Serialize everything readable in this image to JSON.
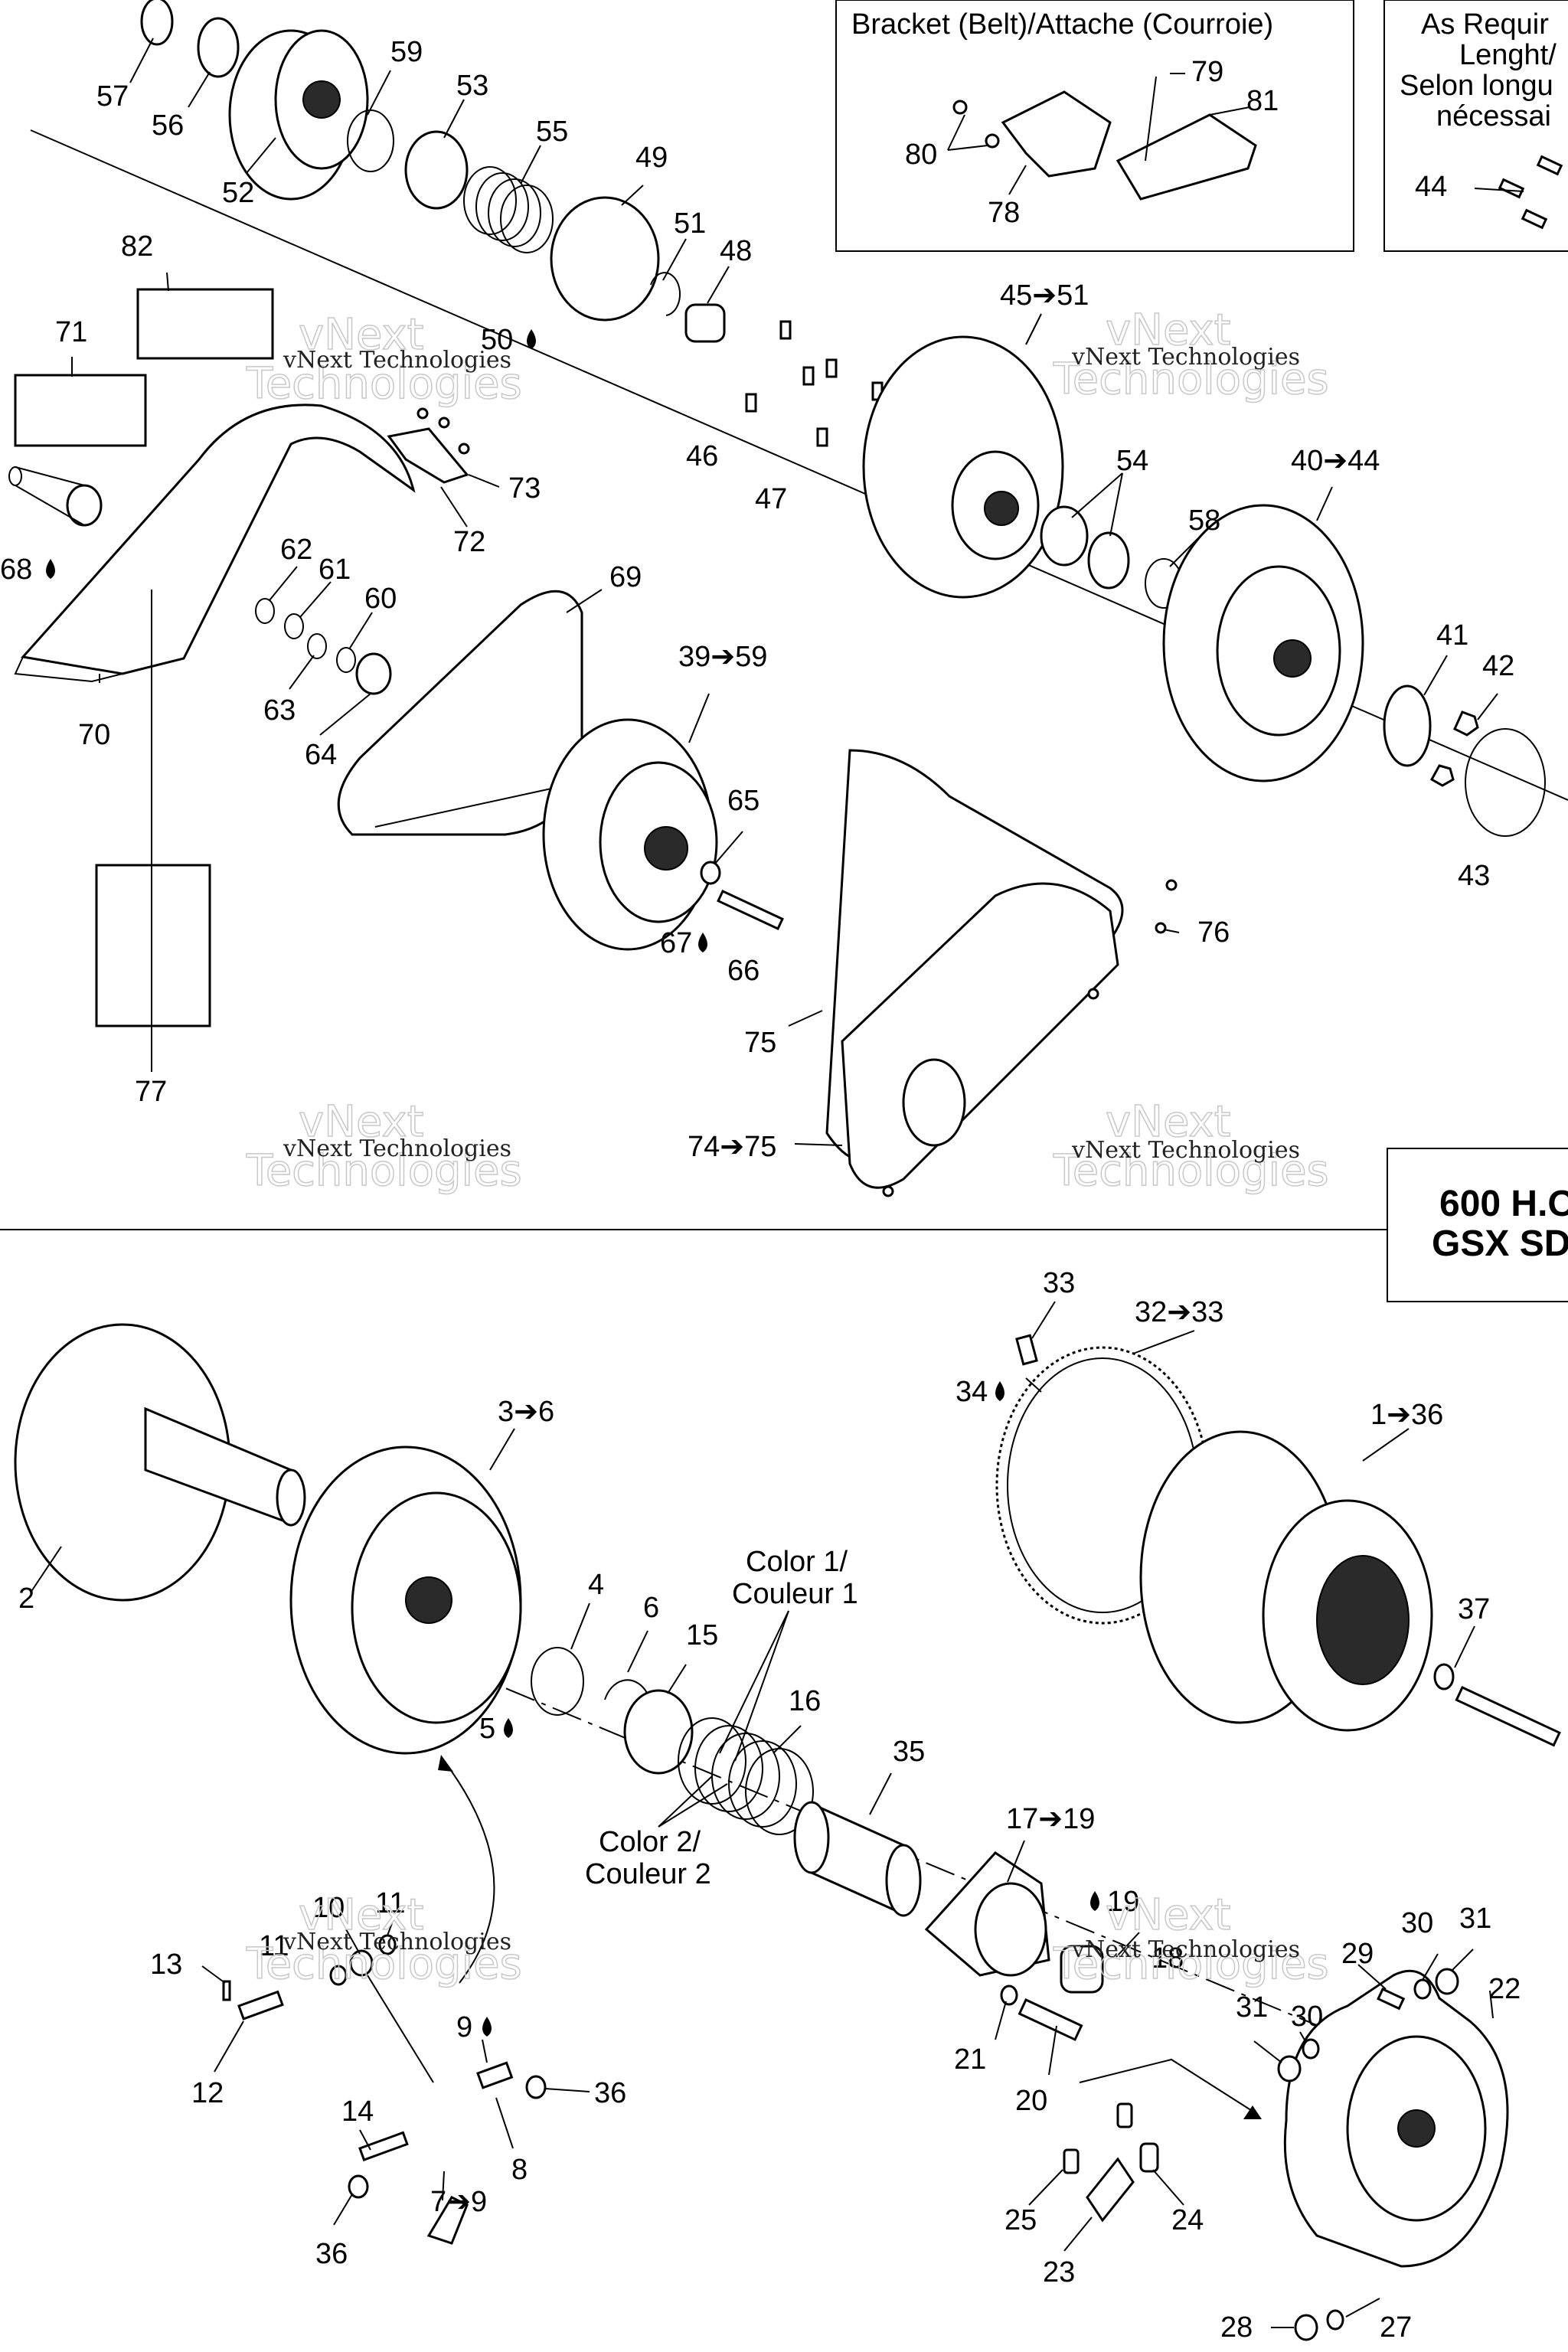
{
  "boxes": {
    "bracket_title": "Bracket (Belt)/Attache (Courroie)",
    "required_title_lines": [
      "As Requir",
      "Lenght/",
      "Selon longu",
      "nécessai"
    ]
  },
  "model_label_lines": [
    "600 H.O",
    "GSX SD"
  ],
  "color_labels": {
    "color1_line1": "Color 1/",
    "color1_line2": "Couleur 1",
    "color2_line1": "Color 2/",
    "color2_line2": "Couleur 2"
  },
  "watermark": {
    "line_a": "vNext Technologies",
    "line_b_1": "vNext",
    "line_b_2": "Technologies"
  },
  "callouts": [
    {
      "id": "c57",
      "text": "57"
    },
    {
      "id": "c56",
      "text": "56"
    },
    {
      "id": "c52",
      "text": "52"
    },
    {
      "id": "c59",
      "text": "59"
    },
    {
      "id": "c53",
      "text": "53"
    },
    {
      "id": "c55",
      "text": "55"
    },
    {
      "id": "c49",
      "text": "49"
    },
    {
      "id": "c51",
      "text": "51"
    },
    {
      "id": "c48",
      "text": "48"
    },
    {
      "id": "c50",
      "text": "50"
    },
    {
      "id": "c46",
      "text": "46"
    },
    {
      "id": "c47",
      "text": "47"
    },
    {
      "id": "c45-51",
      "text": "45➔51"
    },
    {
      "id": "c54",
      "text": "54"
    },
    {
      "id": "c58",
      "text": "58"
    },
    {
      "id": "c40-44",
      "text": "40➔44"
    },
    {
      "id": "c41",
      "text": "41"
    },
    {
      "id": "c42",
      "text": "42"
    },
    {
      "id": "c43",
      "text": "43"
    },
    {
      "id": "c44",
      "text": "44"
    },
    {
      "id": "c79",
      "text": "79"
    },
    {
      "id": "c81",
      "text": "81"
    },
    {
      "id": "c80",
      "text": "80"
    },
    {
      "id": "c78",
      "text": "78"
    },
    {
      "id": "c82",
      "text": "82"
    },
    {
      "id": "c71",
      "text": "71"
    },
    {
      "id": "c73",
      "text": "73"
    },
    {
      "id": "c72",
      "text": "72"
    },
    {
      "id": "c68",
      "text": "68"
    },
    {
      "id": "c62",
      "text": "62"
    },
    {
      "id": "c61",
      "text": "61"
    },
    {
      "id": "c60",
      "text": "60"
    },
    {
      "id": "c63",
      "text": "63"
    },
    {
      "id": "c64",
      "text": "64"
    },
    {
      "id": "c70",
      "text": "70"
    },
    {
      "id": "c69",
      "text": "69"
    },
    {
      "id": "c39-59",
      "text": "39➔59"
    },
    {
      "id": "c65",
      "text": "65"
    },
    {
      "id": "c67",
      "text": "67"
    },
    {
      "id": "c66",
      "text": "66"
    },
    {
      "id": "c76",
      "text": "76"
    },
    {
      "id": "c75",
      "text": "75"
    },
    {
      "id": "c74-75",
      "text": "74➔75"
    },
    {
      "id": "c77",
      "text": "77"
    },
    {
      "id": "c33",
      "text": "33"
    },
    {
      "id": "c32-33",
      "text": "32➔33"
    },
    {
      "id": "c34",
      "text": "34"
    },
    {
      "id": "c1-36",
      "text": "1➔36"
    },
    {
      "id": "c3-6",
      "text": "3➔6"
    },
    {
      "id": "c2",
      "text": "2"
    },
    {
      "id": "c4",
      "text": "4"
    },
    {
      "id": "c6",
      "text": "6"
    },
    {
      "id": "c15",
      "text": "15"
    },
    {
      "id": "c16",
      "text": "16"
    },
    {
      "id": "c5",
      "text": "5"
    },
    {
      "id": "c35",
      "text": "35"
    },
    {
      "id": "c37",
      "text": "37"
    },
    {
      "id": "c17-19",
      "text": "17➔19"
    },
    {
      "id": "c19",
      "text": "19"
    },
    {
      "id": "c18",
      "text": "18"
    },
    {
      "id": "c30a",
      "text": "30"
    },
    {
      "id": "c31a",
      "text": "31"
    },
    {
      "id": "c29",
      "text": "29"
    },
    {
      "id": "c22",
      "text": "22"
    },
    {
      "id": "c31b",
      "text": "31"
    },
    {
      "id": "c30b",
      "text": "30"
    },
    {
      "id": "c21",
      "text": "21"
    },
    {
      "id": "c20",
      "text": "20"
    },
    {
      "id": "c10",
      "text": "10"
    },
    {
      "id": "c11a",
      "text": "11"
    },
    {
      "id": "c11b",
      "text": "11"
    },
    {
      "id": "c13",
      "text": "13"
    },
    {
      "id": "c12",
      "text": "12"
    },
    {
      "id": "c9",
      "text": "9"
    },
    {
      "id": "c36a",
      "text": "36"
    },
    {
      "id": "c8",
      "text": "8"
    },
    {
      "id": "c14",
      "text": "14"
    },
    {
      "id": "c7-9",
      "text": "7➔9"
    },
    {
      "id": "c36b",
      "text": "36"
    },
    {
      "id": "c25",
      "text": "25"
    },
    {
      "id": "c24",
      "text": "24"
    },
    {
      "id": "c23",
      "text": "23"
    },
    {
      "id": "c28",
      "text": "28"
    },
    {
      "id": "c27",
      "text": "27"
    }
  ]
}
